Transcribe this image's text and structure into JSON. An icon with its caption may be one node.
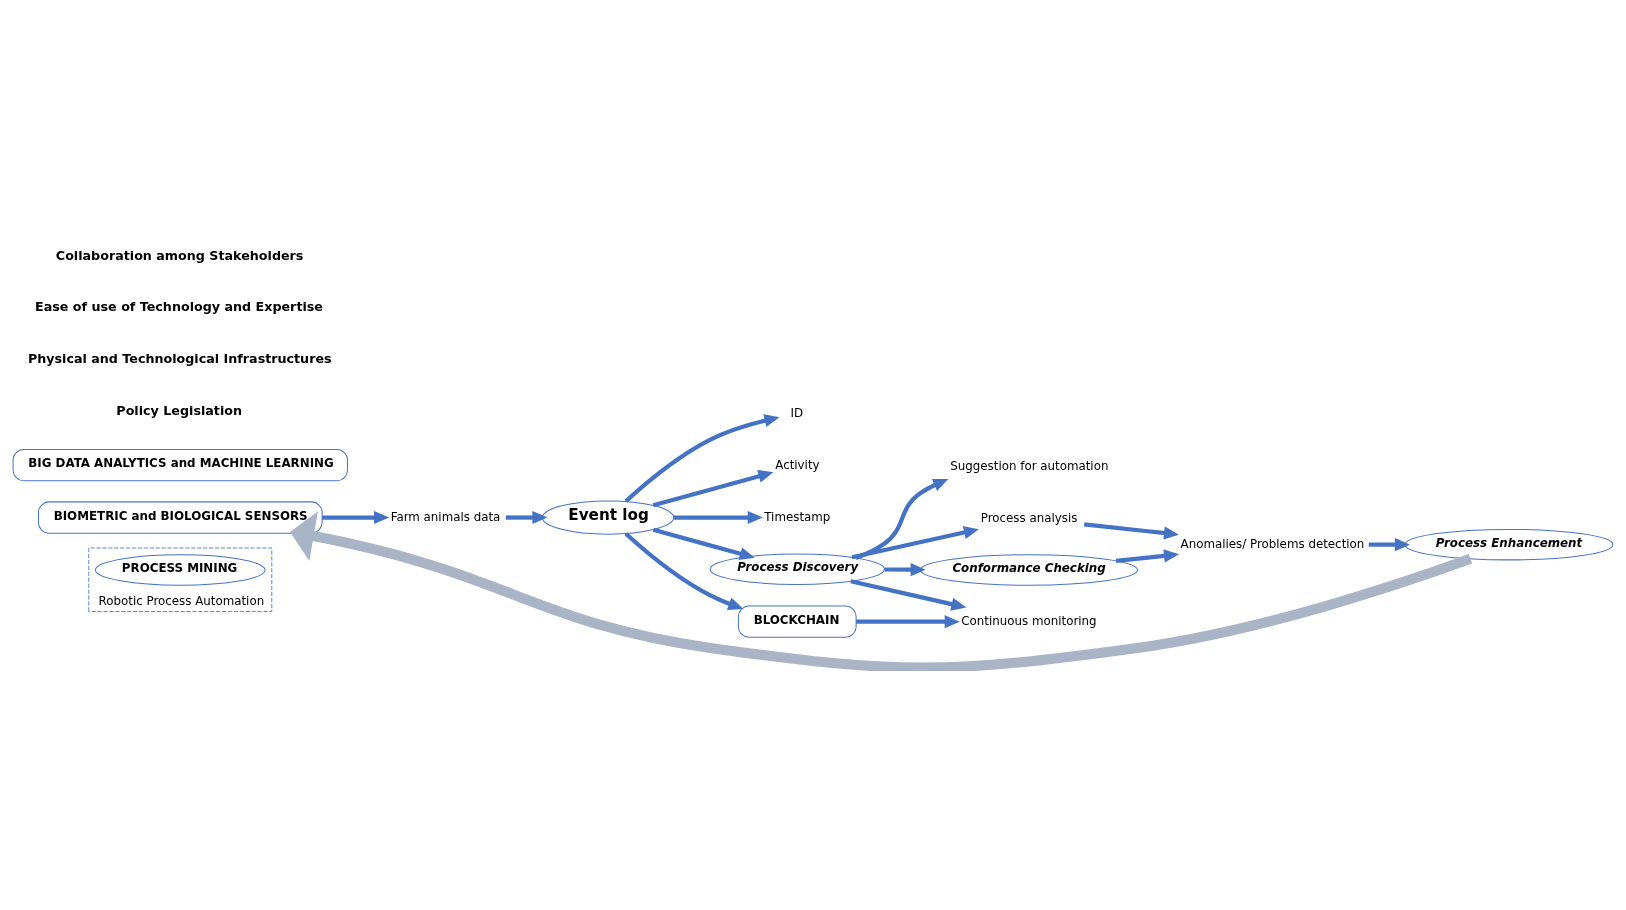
{
  "diagram": {
    "nodes": [
      {
        "text": [
          "Robotic Process Automation"
        ]
      },
      {
        "text": [
          "PROCESS MINING"
        ],
        "in": 0
      },
      {
        "text": [
          "BIOMETRIC and BIOLOGICAL SENSORS"
        ]
      },
      {
        "text": [
          "Farm animals data"
        ]
      },
      {
        "text": [
          "Event log"
        ]
      },
      {
        "text": [
          "ID"
        ]
      },
      {
        "text": [
          "Activity"
        ]
      },
      {
        "text": [
          "Timestamp"
        ]
      },
      {
        "text": [
          "Process Discovery"
        ]
      },
      {
        "text": [
          "BLOCKCHAIN"
        ]
      },
      {
        "text": [
          "Suggestion for automation"
        ]
      },
      {
        "text": [
          "Process analysis"
        ]
      },
      {
        "text": [
          "Conformance Checking"
        ]
      },
      {
        "text": [
          "Continuous monitoring"
        ]
      },
      {
        "text": [
          "Anomalies/ Problems detection"
        ]
      },
      {
        "text": [
          "Process Enhancement"
        ]
      },
      {
        "text": [
          "BIG DATA ANALYTICS and MACHINE LEARNING"
        ]
      }
    ],
    "edges": [
      {
        "from": 2,
        "to": 3,
        "arrow": "to"
      },
      {
        "from": 3,
        "to": 4,
        "arrow": "to"
      },
      {
        "from": 4,
        "to": 5,
        "arrow": "to"
      },
      {
        "from": 4,
        "to": 6,
        "arrow": "to"
      },
      {
        "from": 4,
        "to": 7,
        "arrow": "to"
      },
      {
        "from": 4,
        "to": 8,
        "arrow": "to"
      },
      {
        "from": 4,
        "to": 9,
        "arrow": "to"
      },
      {
        "from": 8,
        "to": 10,
        "arrow": "to"
      },
      {
        "from": 8,
        "to": 11,
        "arrow": "to"
      },
      {
        "from": 8,
        "to": 12,
        "arrow": "to"
      },
      {
        "from": 8,
        "to": 13,
        "arrow": "to"
      },
      {
        "from": 9,
        "to": 13,
        "arrow": "to"
      },
      {
        "from": 11,
        "to": 14,
        "arrow": "to"
      },
      {
        "from": 12,
        "to": 14,
        "arrow": "to"
      },
      {
        "from": 14,
        "to": 15,
        "arrow": "to"
      },
      {
        "from": 15,
        "to": 2,
        "arrow": "to",
        "style": "thick",
        "color": "#a9b4c6"
      }
    ],
    "labels": [
      "Policy Legislation",
      "Physical and Technological Infrastructures",
      "Ease of use of Technology and Expertise",
      "Collaboration among Stakeholders"
    ]
  }
}
